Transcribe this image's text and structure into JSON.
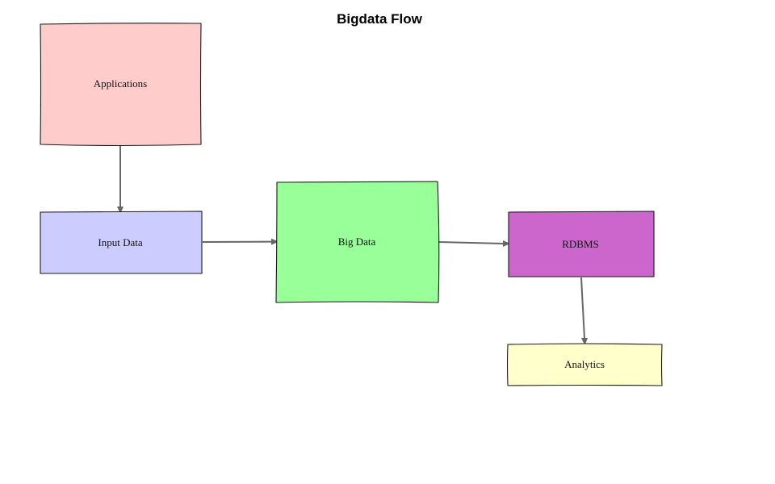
{
  "title": "Bigdata Flow",
  "colors": {
    "applications": "#ffcccc",
    "input_data": "#ccccff",
    "big_data": "#99ff99",
    "rdbms": "#cc66cc",
    "analytics": "#ffffcc",
    "edge": "#666666"
  },
  "nodes": {
    "applications": {
      "label": "Applications"
    },
    "input_data": {
      "label": "Input Data"
    },
    "big_data": {
      "label": "Big Data"
    },
    "rdbms": {
      "label": "RDBMS"
    },
    "analytics": {
      "label": "Analytics"
    }
  },
  "edges": [
    {
      "from": "Applications",
      "to": "Input Data"
    },
    {
      "from": "Input Data",
      "to": "Big Data"
    },
    {
      "from": "Big Data",
      "to": "RDBMS"
    },
    {
      "from": "RDBMS",
      "to": "Analytics"
    }
  ]
}
